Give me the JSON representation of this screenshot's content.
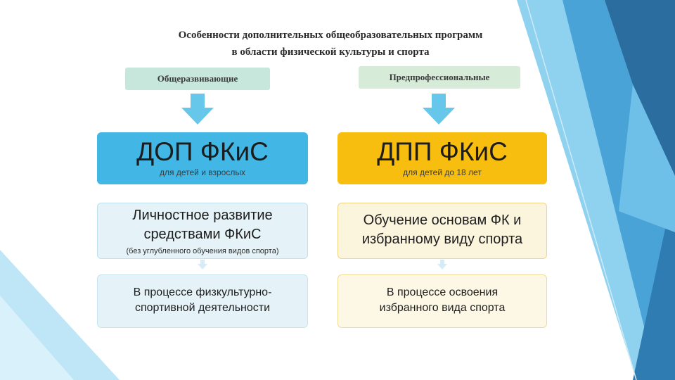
{
  "title_lines": [
    "Особенности дополнительных общеобразовательных программ",
    "в области физической культуры и спорта"
  ],
  "colors": {
    "left_header": "#42b6e4",
    "right_header": "#f7bd0f",
    "down_arrow": "#67c7ea",
    "decor_blue_dark": "#2b6d9f",
    "decor_blue_light": "#8fd2ef"
  },
  "left_column": {
    "tag": "Общеразвивающие",
    "program": "ДОП ФКиС",
    "audience": "для детей и взрослых",
    "goal": "Личностное развитие средствами ФКиС",
    "goal_note": "(без углубленного обучения видов спорта)",
    "process": "В процессе физкультурно-\nспортивной деятельности"
  },
  "right_column": {
    "tag": "Предпрофессиональные",
    "program": "ДПП ФКиС",
    "audience": "для детей до 18 лет",
    "goal": "Обучение основам ФК и избранному виду спорта",
    "process": "В процессе освоения\nизбранного вида спорта"
  },
  "icons": {
    "big_arrow": "arrow-down-icon",
    "small_arrow": "arrow-down-small-icon"
  }
}
